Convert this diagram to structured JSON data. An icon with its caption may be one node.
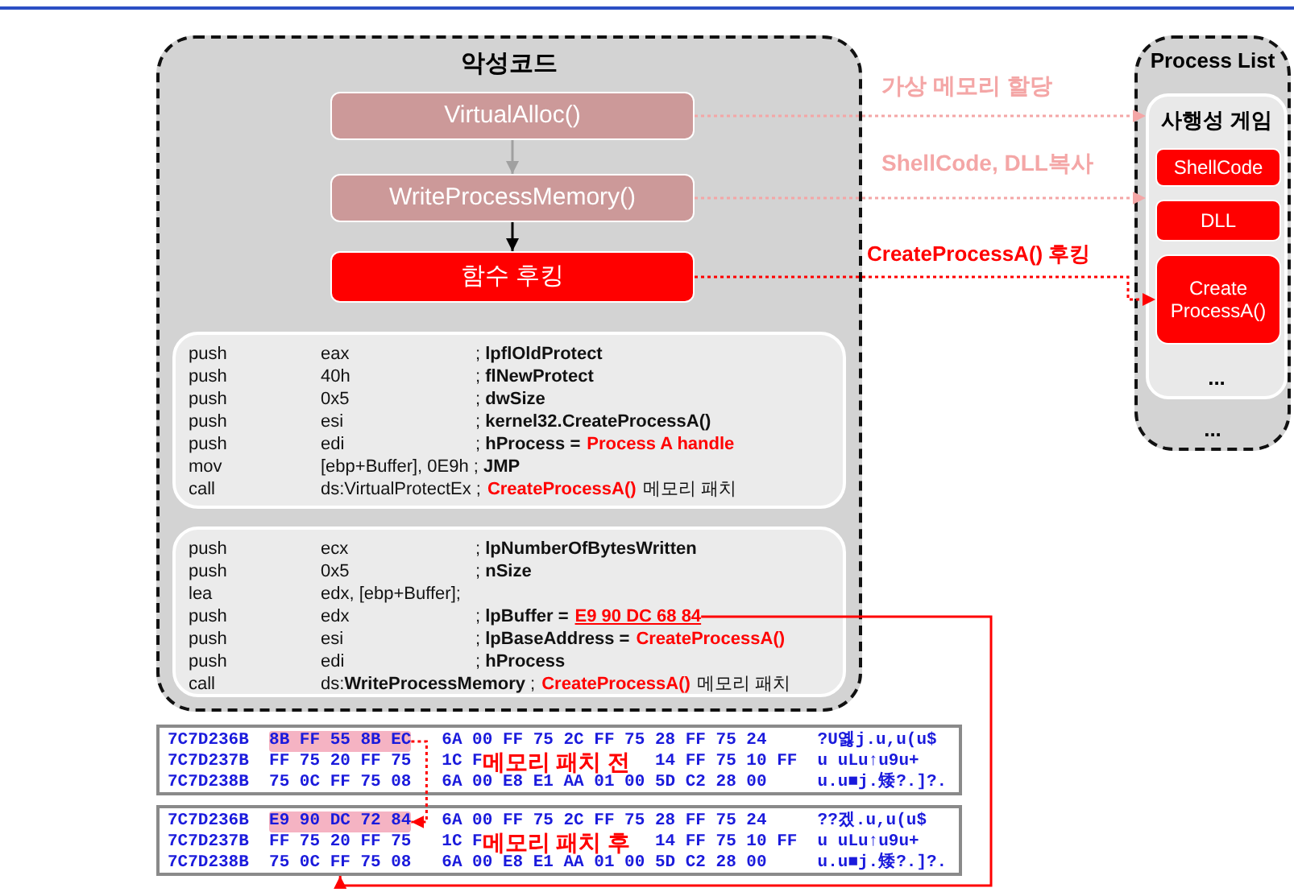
{
  "diagram": {
    "nodes": [
      {
        "text": [
          "악성코드"
        ]
      },
      {
        "text": [
          "VirtualAlloc()"
        ],
        "in": 0
      },
      {
        "text": [
          "WriteProcessMemory()"
        ],
        "in": 0
      },
      {
        "text": [
          "함수 후킹"
        ],
        "in": 0
      },
      {
        "text": [
          "push",
          "eax",
          "; **lpflOldProtect**",
          "push",
          "40h",
          "; **flNewProtect**",
          "push",
          "0x5",
          "; **dwSize**",
          "push",
          "esi",
          "; **kernel32.CreateProcessA()**",
          "push",
          "edi",
          "; **hProcess =**",
          "Process A handle",
          "mov",
          "[ebp+Buffer], 0E9h ; **JMP**",
          "call",
          "ds:VirtualProtectEx ;",
          "CreateProcessA()",
          "메모리 패치"
        ],
        "in": 0
      },
      {
        "text": [
          "push",
          "ecx",
          "; **lpNumberOfBytesWritten**",
          "push",
          "0x5",
          "; **nSize**",
          "lea",
          "edx, [ebp+Buffer];",
          "push",
          "edx",
          "; **lpBuffer =**",
          "push",
          "esi",
          "; **lpBaseAddress =**",
          "CreateProcessA()",
          "push",
          "edi",
          "; **hProcess**",
          "call",
          "ds:**WriteProcessMemory** ;",
          "CreateProcessA()",
          "메모리 패치"
        ],
        "in": 0
      },
      {
        "text": [
          "E9 90 DC 68 84"
        ],
        "in": 5
      },
      {
        "text": [
          "Process List",
          "..."
        ]
      },
      {
        "text": [
          "사행성 게임",
          "..."
        ],
        "in": 7
      },
      {
        "text": [
          "ShellCode"
        ],
        "in": 8
      },
      {
        "text": [
          "DLL"
        ],
        "in": 8
      },
      {
        "text": [
          "Create ProcessA()"
        ],
        "in": 8
      },
      {
        "text": [
          "7C7D236B",
          "6A 00 FF 75 2C FF 75 28 FF 75 24",
          "?U옗j.u,u(u$",
          "7C7D237B",
          "FF 75 20 FF 75",
          "1C F",
          "14 FF 75 10 FF",
          "u uLu↑u9u+",
          "7C7D238B",
          "75 0C FF 75 08",
          "6A 00 E8 E1 AA 01 00 5D C2 28 00",
          "u.u■j.矮?.]?."
        ]
      },
      {
        "text": [
          "8B FF 55 8B EC"
        ],
        "in": 12
      },
      {
        "text": [
          "7C7D236B",
          "6A 00 FF 75 2C FF 75 28 FF 75 24",
          "??겠.u,u(u$",
          "7C7D237B",
          "FF 75 20 FF 75",
          "1C F",
          "14 FF 75 10 FF",
          "u uLu↑u9u+",
          "7C7D238B",
          "75 0C FF 75 08",
          "6A 00 E8 E1 AA 01 00 5D C2 28 00",
          "u.u■j.矮?.]?."
        ]
      },
      {
        "text": [
          "E9 90 DC 72 84"
        ],
        "in": 14
      }
    ],
    "edges": [
      {
        "from": 1,
        "to": 2,
        "arrow": "to",
        "color": "#a0a0a0"
      },
      {
        "from": 2,
        "to": 3,
        "arrow": "to",
        "color": "#000000"
      },
      {
        "from": 1,
        "to": 8,
        "arrow": "to",
        "label": "가상 메모리 할당",
        "style": "dashed",
        "color": "#f4a6a6"
      },
      {
        "from": 2,
        "to": 8,
        "arrow": "to",
        "label": "ShellCode, DLL복사",
        "style": "dashed",
        "color": "#f4a6a6"
      },
      {
        "from": 3,
        "to": 11,
        "arrow": "to",
        "label": "CreateProcessA() 후킹",
        "style": "dashed",
        "color": "#ff0000"
      },
      {
        "from": 6,
        "to": 14,
        "arrow": "to",
        "color": "#ff0000"
      },
      {
        "from": 13,
        "to": 15,
        "arrow": "to",
        "style": "dashed",
        "color": "#ff0000"
      }
    ],
    "labels": [
      "메모리 패치 전",
      "메모리 패치 후"
    ]
  }
}
